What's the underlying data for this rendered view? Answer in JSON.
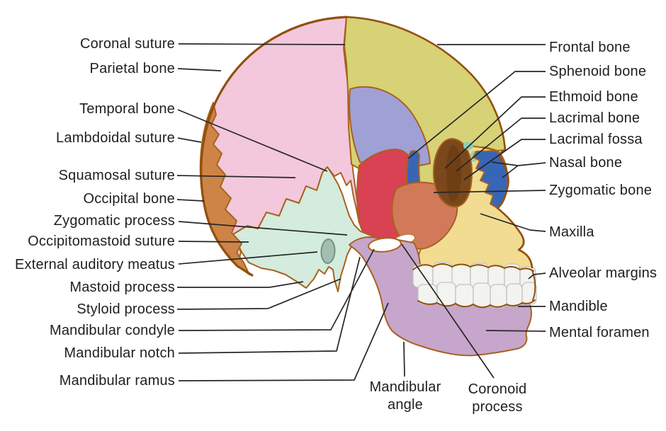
{
  "diagram": {
    "subject": "Lateral view of human skull with labeled bones and features",
    "labels_left": [
      "Coronal suture",
      "Parietal bone",
      "Temporal bone",
      "Lambdoidal suture",
      "Squamosal suture",
      "Occipital bone",
      "Zygomatic process",
      "Occipitomastoid suture",
      "External auditory meatus",
      "Mastoid process",
      "Styloid process",
      "Mandibular condyle",
      "Mandibular notch",
      "Mandibular ramus"
    ],
    "labels_right": [
      "Frontal bone",
      "Sphenoid bone",
      "Ethmoid bone",
      "Lacrimal bone",
      "Lacrimal fossa",
      "Nasal bone",
      "Zygomatic bone",
      "Maxilla",
      "Alveolar margins",
      "Mandible",
      "Mental foramen"
    ],
    "labels_bottom": [
      "Mandibular angle",
      "Coronoid process"
    ],
    "colors": {
      "background": "#ffffff",
      "text": "#1f1f1f",
      "leader_line": "#262626",
      "outline": "#a8611f",
      "outline_dark": "#91500f",
      "parietal": "#f3c8dc",
      "frontal": "#d7d275",
      "temporal_fossa": "#9fa0d6",
      "sphenoid": "#d84252",
      "temporal": "#d3ecdd",
      "occipital": "#ce8447",
      "nasal": "#3766b7",
      "zygomatic": "#d2795a",
      "maxilla": "#f1dc92",
      "mandible": "#c6a6ca",
      "ethmoid_lacrimal": "#7b481c",
      "ethmoid_dark": "#6e3f15",
      "teal_patch": "#8fd0b4",
      "teeth": "#f3f3f0",
      "meatus": "#a4bdb1",
      "condyle": "#fefefc"
    }
  }
}
